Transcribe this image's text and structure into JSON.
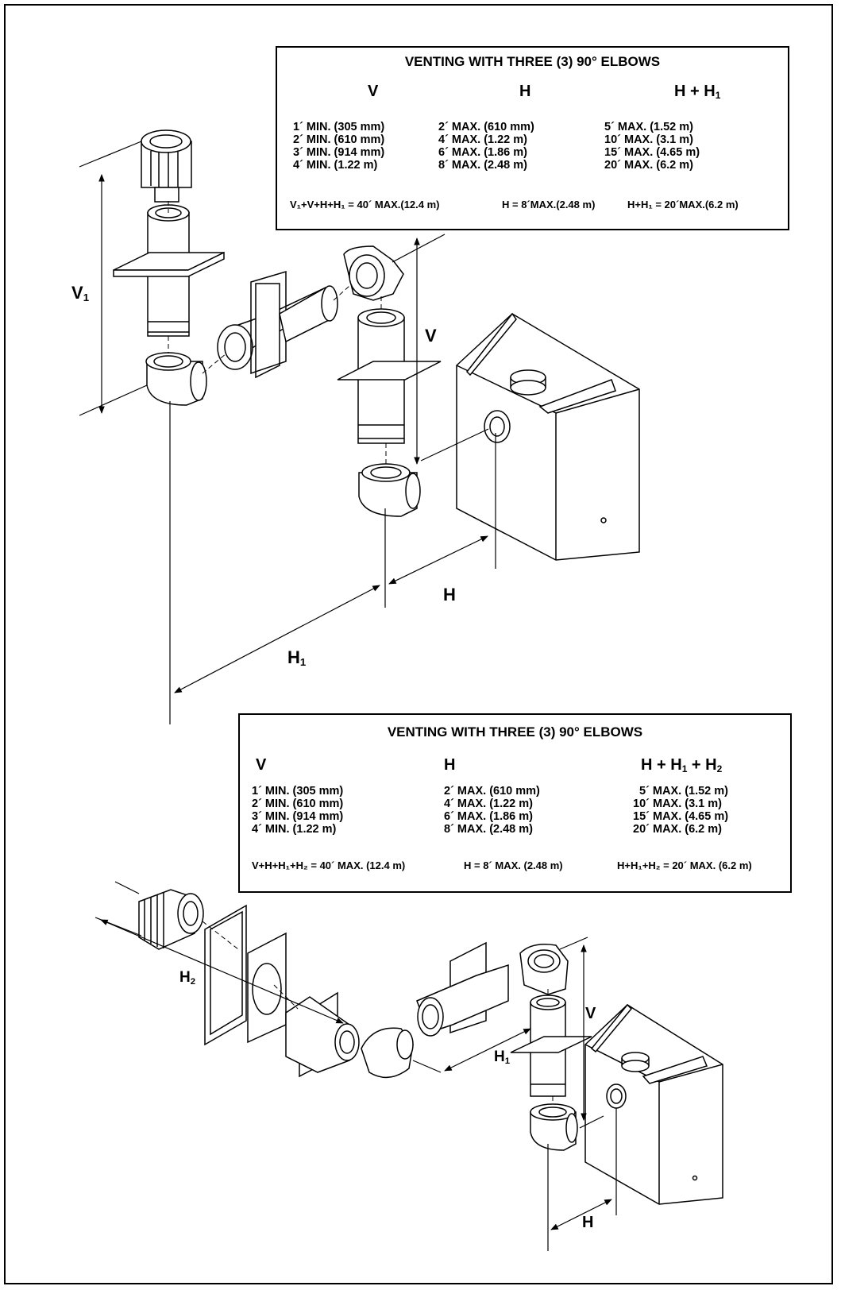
{
  "top_table": {
    "title": "VENTING WITH THREE (3) 90° ELBOWS",
    "headers": {
      "v": "V",
      "h": "H",
      "hh1_main": "H + H",
      "hh1_sub": "1"
    },
    "v_values": [
      "1´ MIN. (305 mm)",
      "2´ MIN. (610 mm)",
      "3´ MIN. (914 mm)",
      "4´ MIN. (1.22 m)"
    ],
    "h_values": [
      "2´ MAX. (610 mm)",
      "4´ MAX. (1.22 m)",
      "6´ MAX. (1.86 m)",
      "8´ MAX. (2.48 m)"
    ],
    "hh1_values": [
      "5´ MAX. (1.52 m)",
      "10´ MAX. (3.1 m)",
      "15´ MAX. (4.65 m)",
      "20´ MAX. (6.2 m)"
    ],
    "formula_1": "V₁+V+H+H₁ = 40´ MAX.(12.4 m)",
    "formula_2": "H = 8´MAX.(2.48 m)",
    "formula_3": "H+H₁ = 20´MAX.(6.2 m)"
  },
  "bottom_table": {
    "title": "VENTING WITH THREE (3) 90° ELBOWS",
    "headers": {
      "v": "V",
      "h": "H",
      "hh1h2_a": "H + H",
      "hh1h2_sub1": "1",
      "hh1h2_b": " + H",
      "hh1h2_sub2": "2"
    },
    "v_values": [
      "1´ MIN. (305 mm)",
      "2´ MIN. (610 mm)",
      "3´ MIN. (914 mm)",
      "4´ MIN. (1.22 m)"
    ],
    "h_values": [
      "2´ MAX. (610 mm)",
      "4´ MAX. (1.22 m)",
      "6´ MAX. (1.86 m)",
      "8´ MAX. (2.48 m)"
    ],
    "hh1h2_values": [
      "5´ MAX. (1.52 m)",
      "10´ MAX. (3.1 m)",
      "15´ MAX. (4.65 m)",
      "20´ MAX. (6.2 m)"
    ],
    "formula_1": "V+H+H₁+H₂ = 40´ MAX. (12.4 m)",
    "formula_2": "H = 8´ MAX. (2.48 m)",
    "formula_3": "H+H₁+H₂ = 20´ MAX. (6.2 m)"
  },
  "top_diagram_labels": {
    "v1_main": "V",
    "v1_sub": "1",
    "v": "V",
    "h": "H",
    "h1_main": "H",
    "h1_sub": "1"
  },
  "bottom_diagram_labels": {
    "h2_main": "H",
    "h2_sub": "2",
    "h1_main": "H",
    "h1_sub": "1",
    "v": "V",
    "h": "H"
  }
}
